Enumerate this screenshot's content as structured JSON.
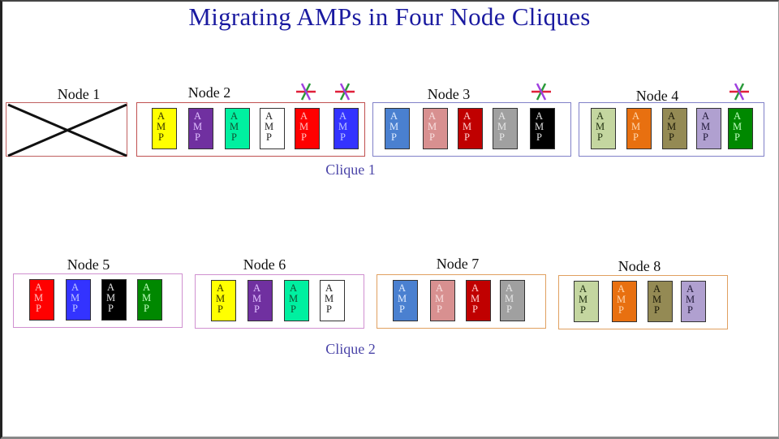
{
  "title": "Migrating AMPs in Four Node Cliques",
  "amp_letters": [
    "A",
    "M",
    "P"
  ],
  "cliques": [
    {
      "label": "Clique 1",
      "nodes": [
        {
          "label": "Node 1",
          "failed": true,
          "border_color": "#c06060",
          "amps": []
        },
        {
          "label": "Node 2",
          "failed": false,
          "border_color": "#c05050",
          "amps": [
            {
              "color": "#ffff00",
              "text_color": "#333300",
              "migrating": false
            },
            {
              "color": "#7030a0",
              "text_color": "#e0c0ff",
              "migrating": false
            },
            {
              "color": "#00f0a0",
              "text_color": "#105030",
              "migrating": false
            },
            {
              "color": "#ffffff",
              "text_color": "#222222",
              "migrating": false
            },
            {
              "color": "#ff0000",
              "text_color": "#ffc0c0",
              "migrating": true
            },
            {
              "color": "#3333ff",
              "text_color": "#c0c8ff",
              "migrating": true
            }
          ]
        },
        {
          "label": "Node 3",
          "failed": false,
          "border_color": "#8080c8",
          "amps": [
            {
              "color": "#4a80d0",
              "text_color": "#e0ecff",
              "migrating": false
            },
            {
              "color": "#d89090",
              "text_color": "#f8e0e0",
              "migrating": false
            },
            {
              "color": "#c00000",
              "text_color": "#ffd0d0",
              "migrating": false
            },
            {
              "color": "#a0a0a0",
              "text_color": "#e8e8e8",
              "migrating": false
            },
            {
              "color": "#000000",
              "text_color": "#e0e0e0",
              "migrating": true
            }
          ]
        },
        {
          "label": "Node 4",
          "failed": false,
          "border_color": "#8080c8",
          "amps": [
            {
              "color": "#c4d6a0",
              "text_color": "#203010",
              "migrating": false
            },
            {
              "color": "#e87010",
              "text_color": "#ffd8b0",
              "migrating": false
            },
            {
              "color": "#948a54",
              "text_color": "#1a1808",
              "migrating": false
            },
            {
              "color": "#b0a0d0",
              "text_color": "#201838",
              "migrating": false
            },
            {
              "color": "#008800",
              "text_color": "#c0ffc0",
              "migrating": true
            }
          ]
        }
      ]
    },
    {
      "label": "Clique 2",
      "nodes": [
        {
          "label": "Node 5",
          "failed": false,
          "border_color": "#d090d0",
          "amps": [
            {
              "color": "#ff0000",
              "text_color": "#ffc0c0",
              "migrating": false
            },
            {
              "color": "#3333ff",
              "text_color": "#c0c8ff",
              "migrating": false
            },
            {
              "color": "#000000",
              "text_color": "#e0e0e0",
              "migrating": false
            },
            {
              "color": "#008800",
              "text_color": "#c0ffc0",
              "migrating": false
            }
          ]
        },
        {
          "label": "Node 6",
          "failed": false,
          "border_color": "#d090d0",
          "amps": [
            {
              "color": "#ffff00",
              "text_color": "#333300",
              "migrating": false
            },
            {
              "color": "#7030a0",
              "text_color": "#e0c0ff",
              "migrating": false
            },
            {
              "color": "#00f0a0",
              "text_color": "#105030",
              "migrating": false
            },
            {
              "color": "#ffffff",
              "text_color": "#222222",
              "migrating": false
            }
          ]
        },
        {
          "label": "Node 7",
          "failed": false,
          "border_color": "#e0a060",
          "amps": [
            {
              "color": "#4a80d0",
              "text_color": "#e0ecff",
              "migrating": false
            },
            {
              "color": "#d89090",
              "text_color": "#f8e0e0",
              "migrating": false
            },
            {
              "color": "#c00000",
              "text_color": "#ffd0d0",
              "migrating": false
            },
            {
              "color": "#a0a0a0",
              "text_color": "#e8e8e8",
              "migrating": false
            }
          ]
        },
        {
          "label": "Node 8",
          "failed": false,
          "border_color": "#e0a060",
          "amps": [
            {
              "color": "#c4d6a0",
              "text_color": "#203010",
              "migrating": false
            },
            {
              "color": "#e87010",
              "text_color": "#ffd8b0",
              "migrating": false
            },
            {
              "color": "#948a54",
              "text_color": "#1a1808",
              "migrating": false
            },
            {
              "color": "#b0a0d0",
              "text_color": "#201838",
              "migrating": false
            }
          ]
        }
      ]
    }
  ],
  "colors": {
    "title": "#1a1aa0",
    "clique_label": "#4a44a8",
    "migration_star": [
      "#e0203a",
      "#2a9a3a",
      "#a040e0"
    ]
  }
}
